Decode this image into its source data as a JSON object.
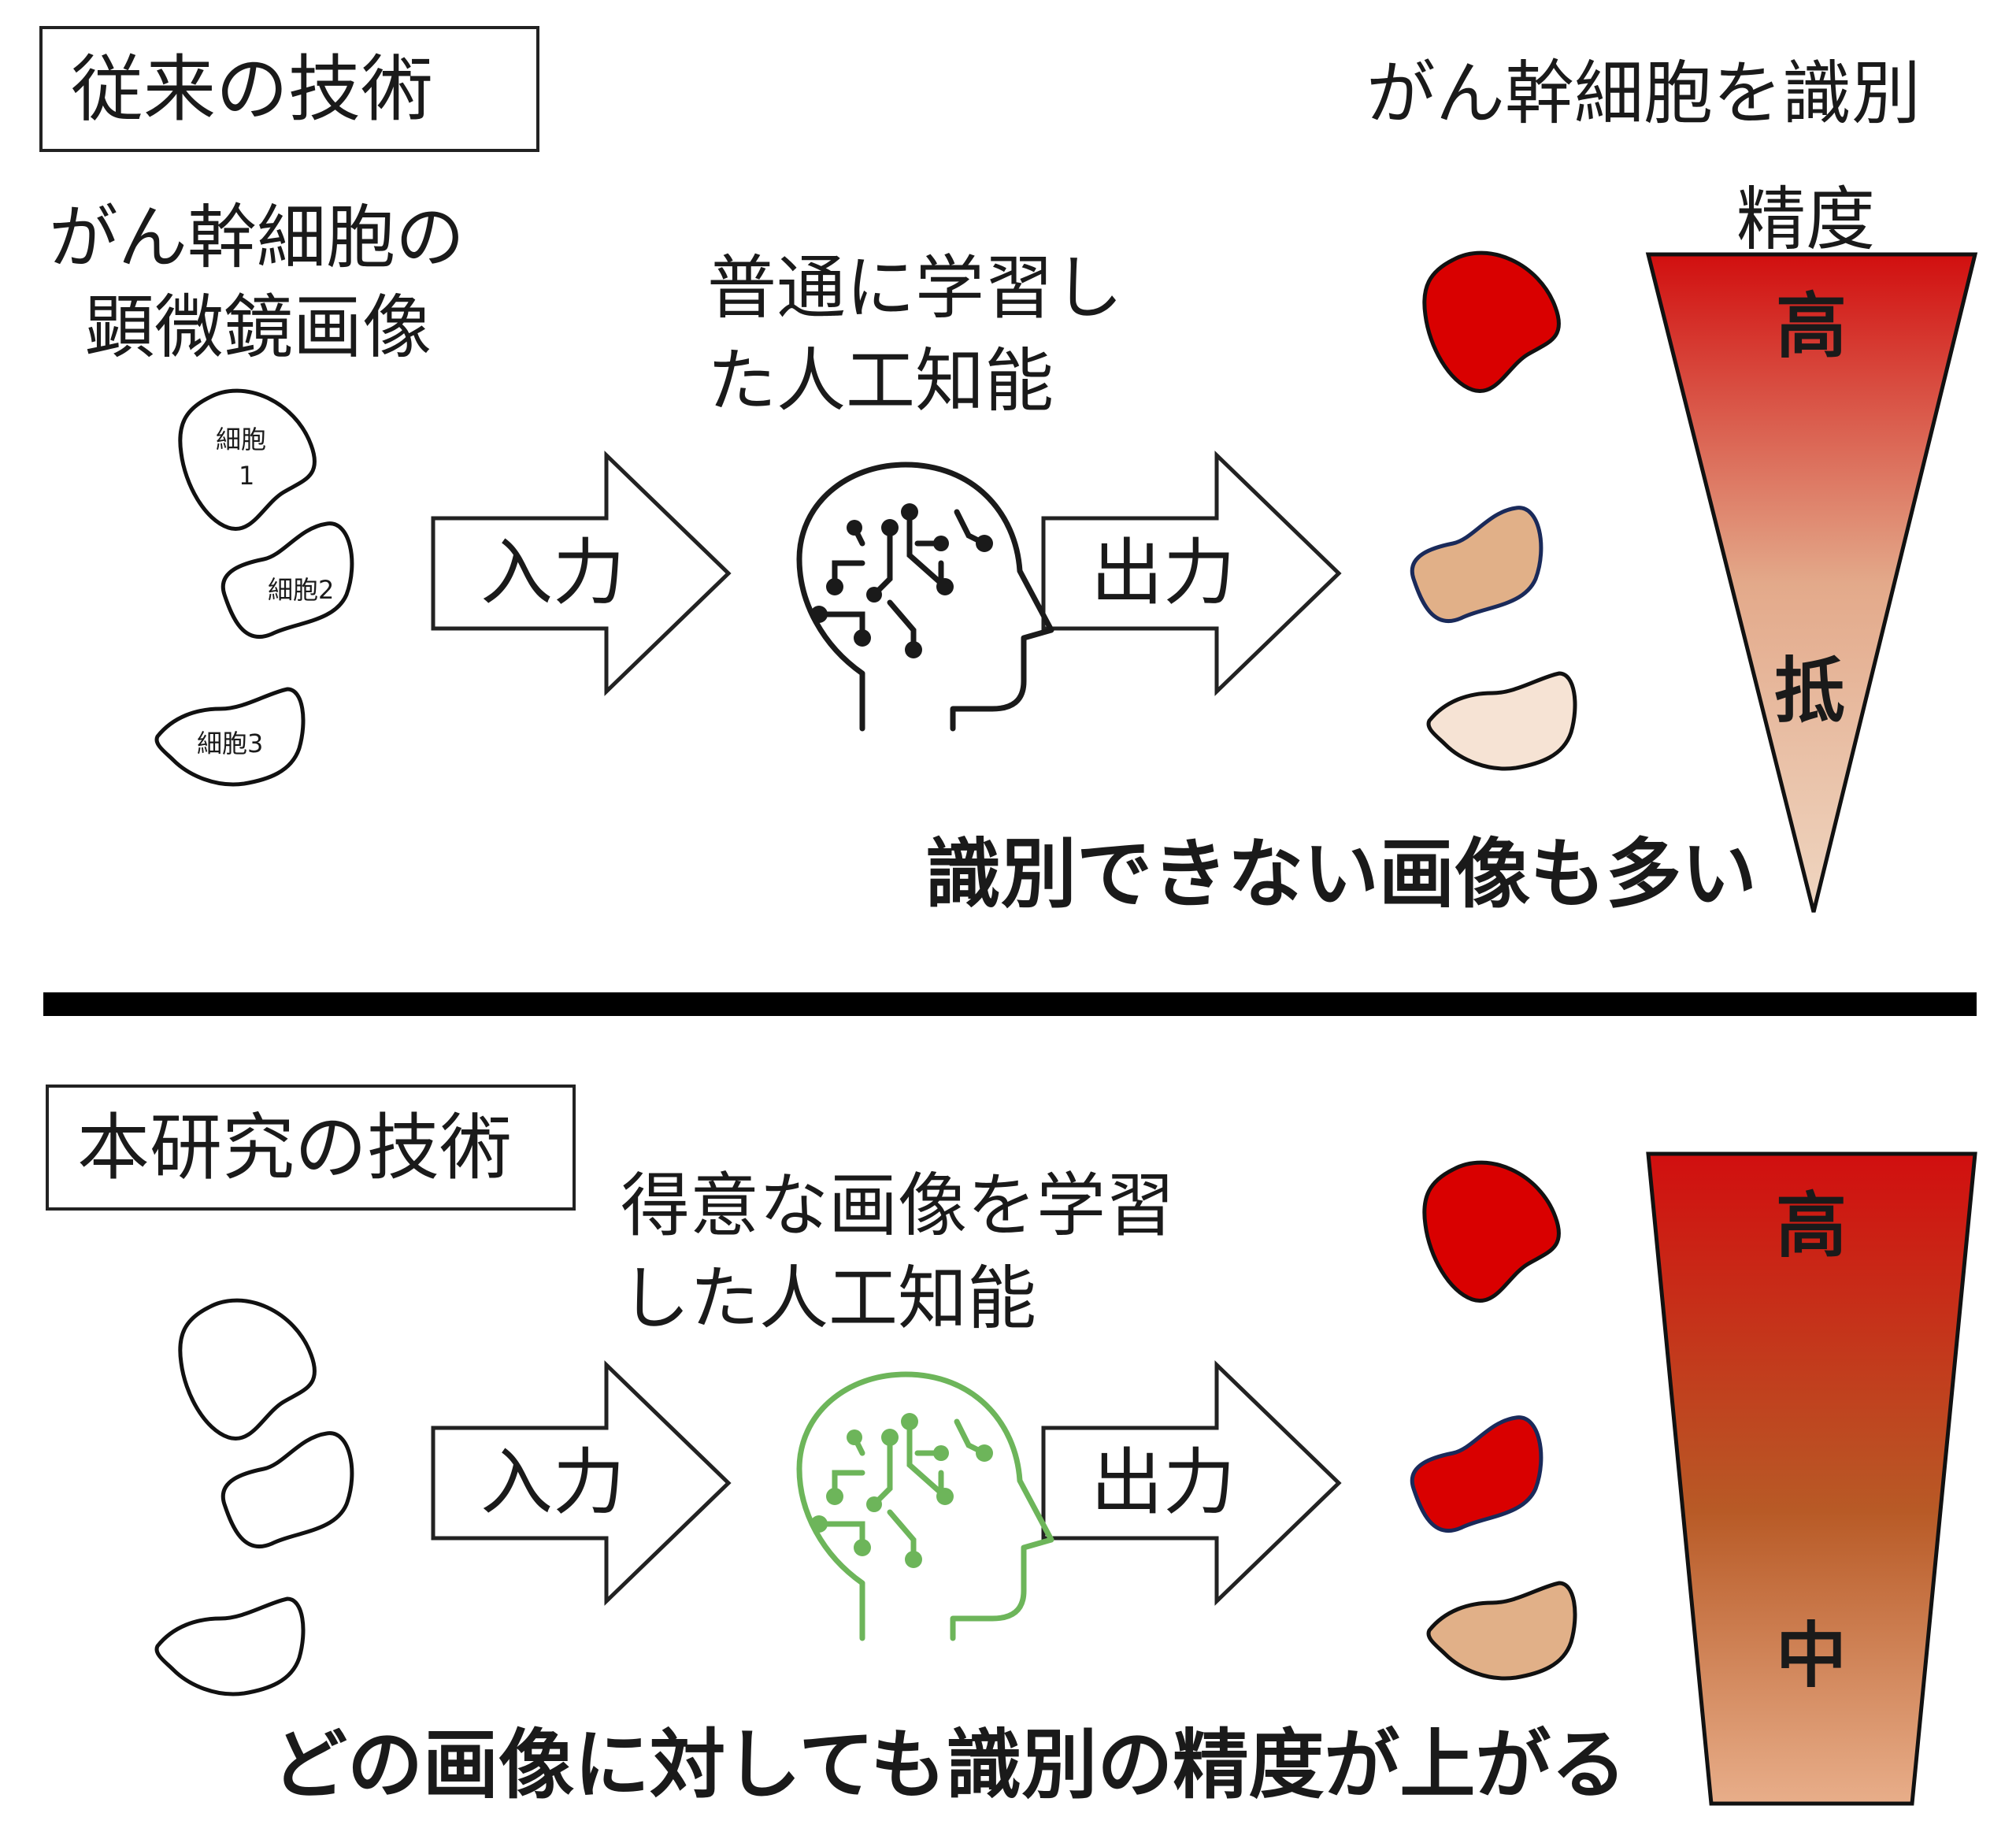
{
  "top": {
    "box_label": "従来の技術",
    "right_title": "がん幹細胞を識別",
    "accuracy_label": "精度",
    "input_label_line1": "がん幹細胞の",
    "input_label_line2": "顕微鏡画像",
    "ai_label_line1": "普通に学習し",
    "ai_label_line2": "た人工知能",
    "arrow_input": "入力",
    "arrow_output": "出力",
    "grade_high": "高",
    "grade_low": "抵",
    "cells": [
      "細胞",
      "1",
      "細胞2",
      "細胞3"
    ],
    "summary": "識別できない画像も多い",
    "ai_icon_color": "#1a1a1a",
    "gradient_colors": [
      "#d10f0f",
      "#e8c8a8"
    ]
  },
  "bottom": {
    "box_label": "本研究の技術",
    "ai_label_line1": "得意な画像を学習",
    "ai_label_line2": "した人工知能",
    "arrow_input": "入力",
    "arrow_output": "出力",
    "grade_high": "高",
    "grade_mid": "中",
    "summary": "どの画像に対しても識別の精度が上がる",
    "ai_icon_color": "#6db55a",
    "gradient_colors": [
      "#d10f0f",
      "#e8ae8a"
    ]
  },
  "colors": {
    "cell_red": "#d90000",
    "cell_tan": "#e1b088",
    "cell_light": "#f6e3d4",
    "divider": "#000000"
  }
}
